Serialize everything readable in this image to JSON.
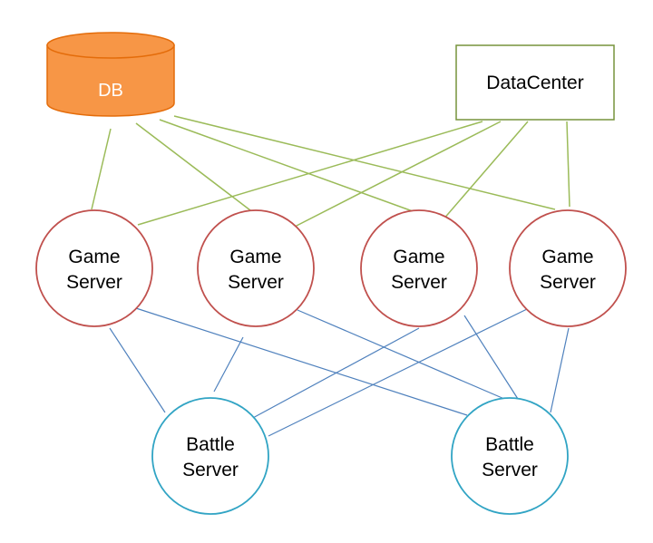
{
  "colors": {
    "db_fill": "#F79646",
    "db_stroke": "#E46C0A",
    "db_text": "#ffffff",
    "datacenter_stroke": "#77933C",
    "game_server_stroke": "#C0504D",
    "battle_server_stroke": "#31A4C4",
    "green_link": "#9BBB59",
    "blue_link": "#4F81BD",
    "text": "#000000"
  },
  "nodes": {
    "db": {
      "label": "DB"
    },
    "datacenter": {
      "label": "DataCenter"
    },
    "game_servers": [
      {
        "line1": "Game",
        "line2": "Server"
      },
      {
        "line1": "Game",
        "line2": "Server"
      },
      {
        "line1": "Game",
        "line2": "Server"
      },
      {
        "line1": "Game",
        "line2": "Server"
      }
    ],
    "battle_servers": [
      {
        "line1": "Battle",
        "line2": "Server"
      },
      {
        "line1": "Battle",
        "line2": "Server"
      }
    ]
  },
  "connections": {
    "db_to_game": [
      1,
      2,
      3,
      4
    ],
    "datacenter_to_game": [
      1,
      2,
      3,
      4
    ],
    "game_to_battle": [
      {
        "game": 1,
        "battle": 1
      },
      {
        "game": 1,
        "battle": 2
      },
      {
        "game": 2,
        "battle": 1
      },
      {
        "game": 2,
        "battle": 2
      },
      {
        "game": 3,
        "battle": 1
      },
      {
        "game": 3,
        "battle": 2
      },
      {
        "game": 4,
        "battle": 1
      },
      {
        "game": 4,
        "battle": 2
      }
    ]
  }
}
